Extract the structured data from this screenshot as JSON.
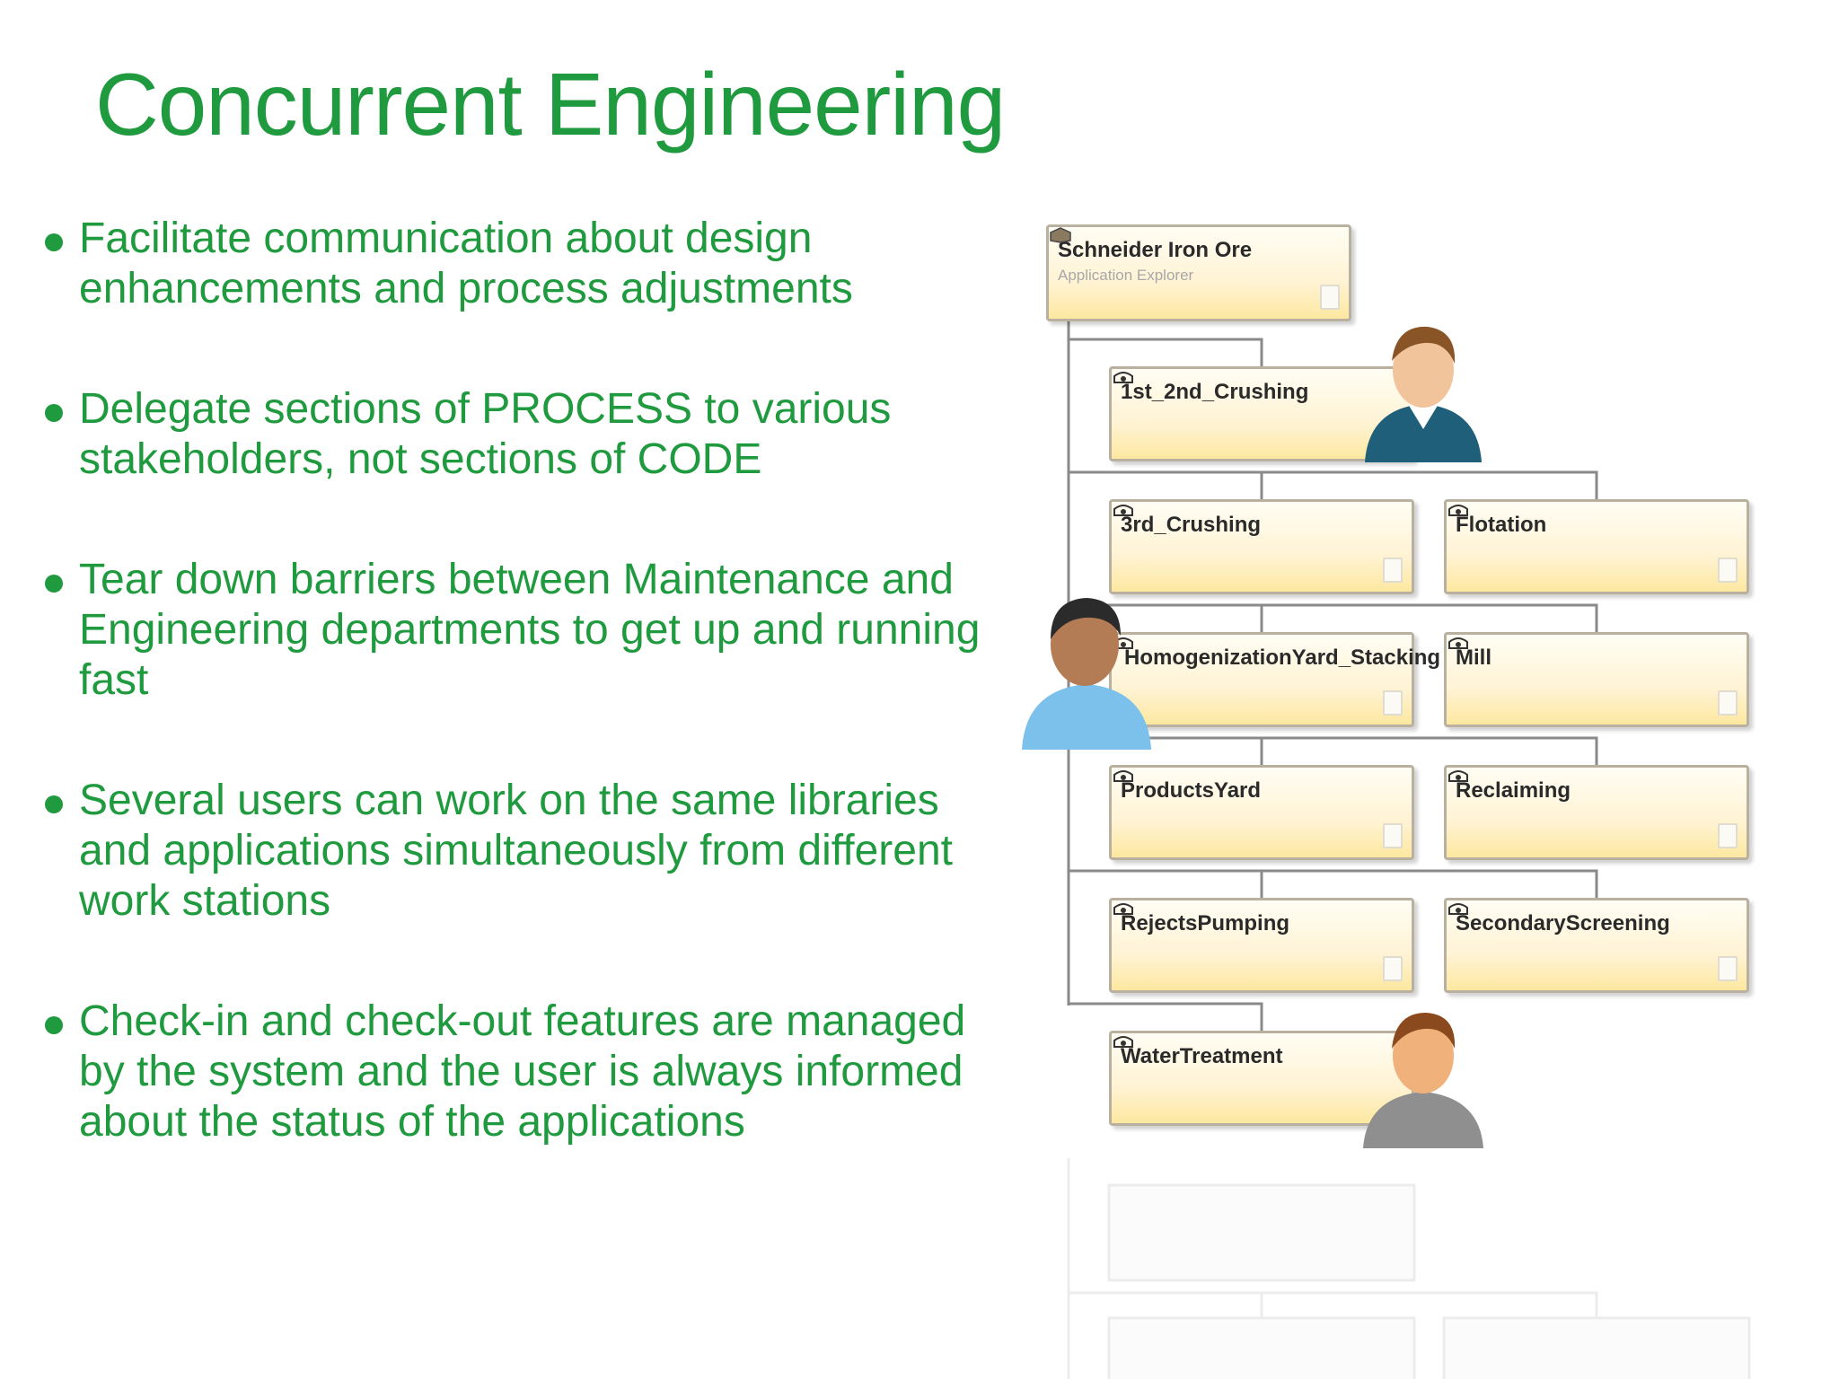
{
  "slide": {
    "title": "Concurrent Engineering",
    "bullets": [
      "Facilitate communication about design enhancements and process adjustments",
      "Delegate sections of PROCESS to various stakeholders, not sections of CODE",
      "Tear down barriers between Maintenance and Engineering departments to get up and running fast",
      "Several users can work on the same libraries and applications simultaneously from different work stations",
      "Check-in and check-out features are managed by the system and the user is always informed about the status of the applications"
    ]
  },
  "tree": {
    "root": {
      "label": "Schneider Iron Ore",
      "sublabel": "Application Explorer"
    },
    "nodes": [
      "1st_2nd_Crushing",
      "3rd_Crushing",
      "Flotation",
      "HomogenizationYard_Stacking",
      "Mill",
      "ProductsYard",
      "Reclaiming",
      "RejectsPumping",
      "SecondaryScreening",
      "WaterTreatment"
    ],
    "users": [
      "user-blue-shirt",
      "user-light-blue-shirt",
      "user-grey-shirt"
    ]
  },
  "colors": {
    "title": "#1f9a3e",
    "bullet_text": "#1f9a3e",
    "node_fill": "#fff3d4",
    "node_border": "#b9b0a0"
  }
}
